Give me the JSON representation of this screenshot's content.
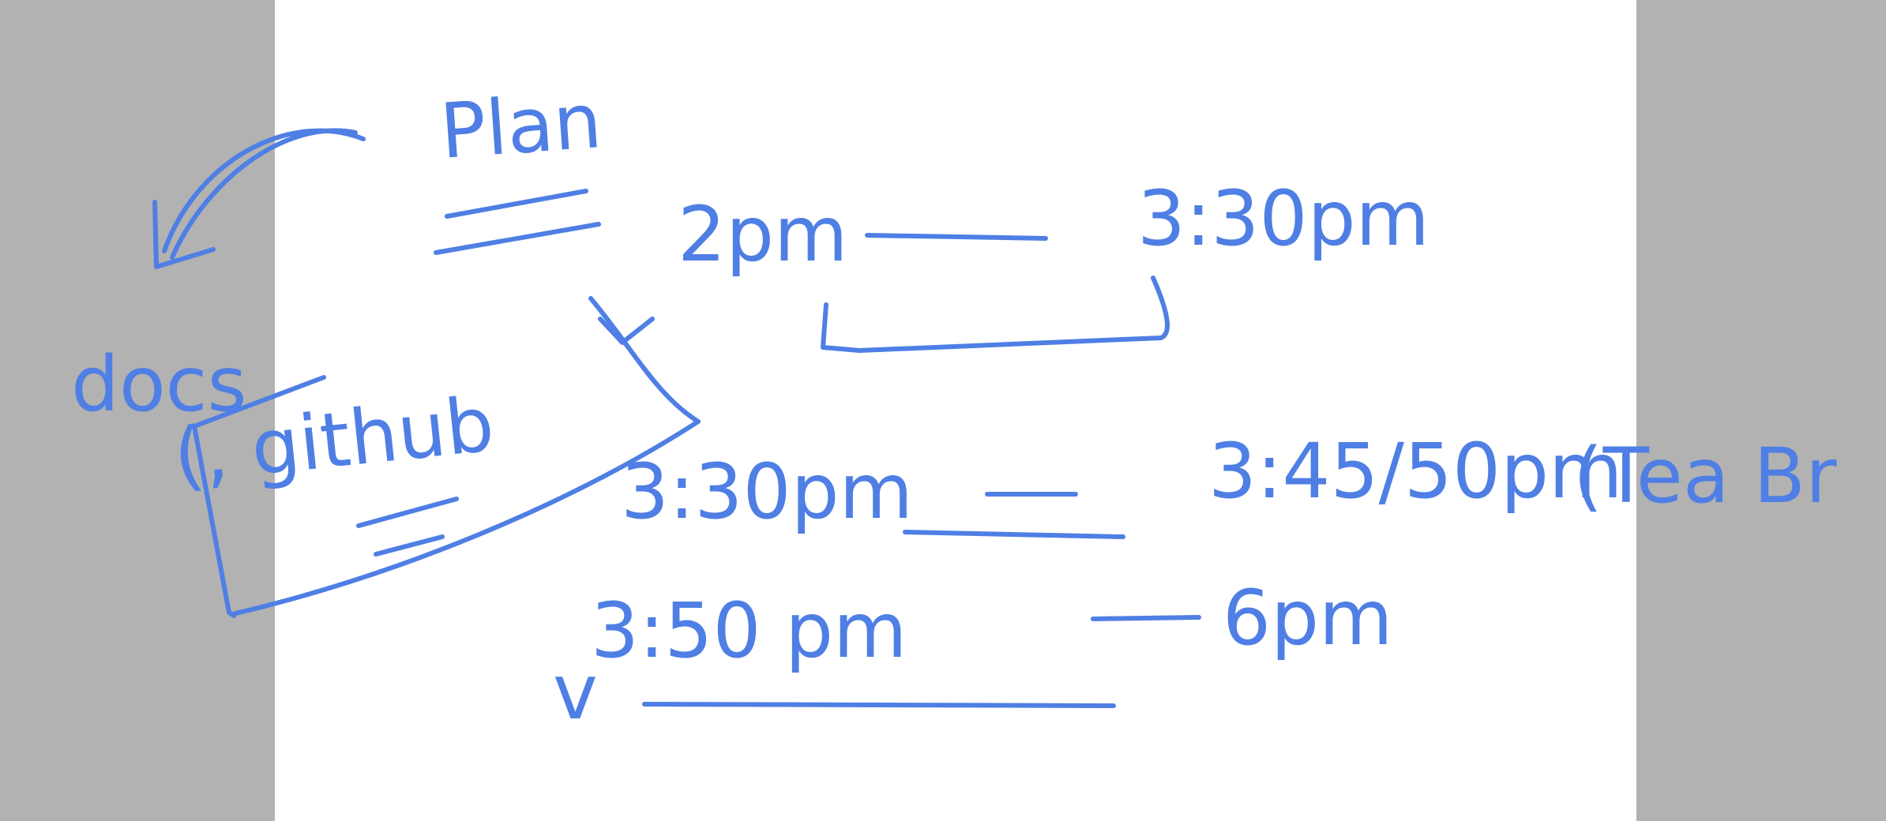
{
  "colors": {
    "ink": "#4f7fe4",
    "side_margin": "#b2b2b2",
    "page": "#ffffff"
  },
  "notes": {
    "title": "Plan",
    "time_2pm": "2pm",
    "time_3_30pm_top": "3:30pm",
    "time_3_30pm_mid": "3:30pm",
    "time_3_45_50pm": "3:45/50pm",
    "tea_break": "(Tea Br",
    "time_3_50pm": "3:50 pm",
    "time_6pm": "6pm",
    "docs": "docs",
    "github": "(, github",
    "check_mark": "v"
  }
}
